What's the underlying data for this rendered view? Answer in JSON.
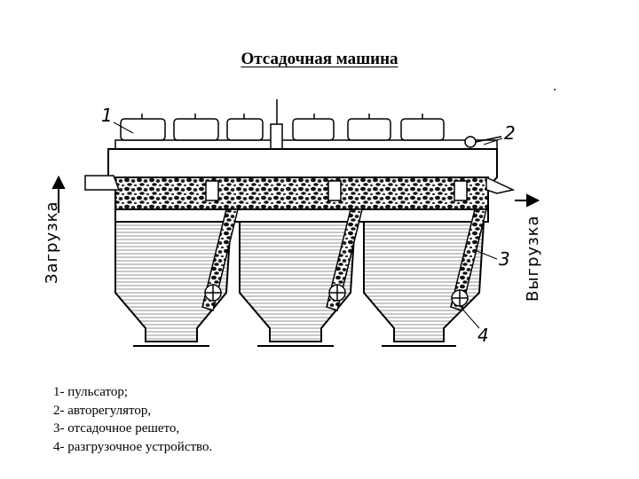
{
  "title": "Отсадочная машина",
  "labels": {
    "load": "Загрузка",
    "unload": "Выгрузка"
  },
  "callouts": [
    "1",
    "2",
    "3",
    "4"
  ],
  "legend": [
    "1- пульсатор;",
    "2- авторегулятор,",
    "3- отсадочное решето,",
    "4- разгрузочное устройство."
  ]
}
